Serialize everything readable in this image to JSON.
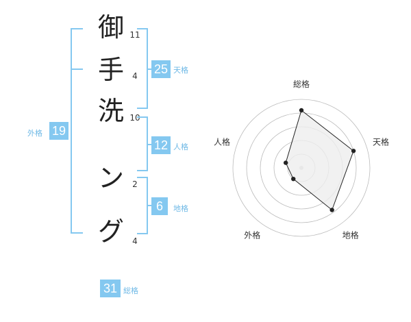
{
  "name_chars": [
    {
      "char": "御",
      "strokes": "11"
    },
    {
      "char": "手",
      "strokes": "4"
    },
    {
      "char": "洗",
      "strokes": "10"
    },
    {
      "char": "ン",
      "strokes": "2"
    },
    {
      "char": "グ",
      "strokes": "4"
    }
  ],
  "fortune": {
    "tenkaku": {
      "value": "25",
      "label": "天格"
    },
    "jinkaku": {
      "value": "12",
      "label": "人格"
    },
    "chikaku": {
      "value": "6",
      "label": "地格"
    },
    "gaikaku": {
      "value": "19",
      "label": "外格"
    },
    "soukaku": {
      "value": "31",
      "label": "総格"
    }
  },
  "radar": {
    "axes": [
      "総格",
      "天格",
      "地格",
      "外格",
      "人格"
    ],
    "values": [
      4.2,
      4.0,
      3.8,
      1.0,
      1.2
    ],
    "max": 5,
    "colors": {
      "ring": "#bbbbbb",
      "fill": "#eeeeee",
      "line": "#222222",
      "center": "#cccccc"
    }
  }
}
